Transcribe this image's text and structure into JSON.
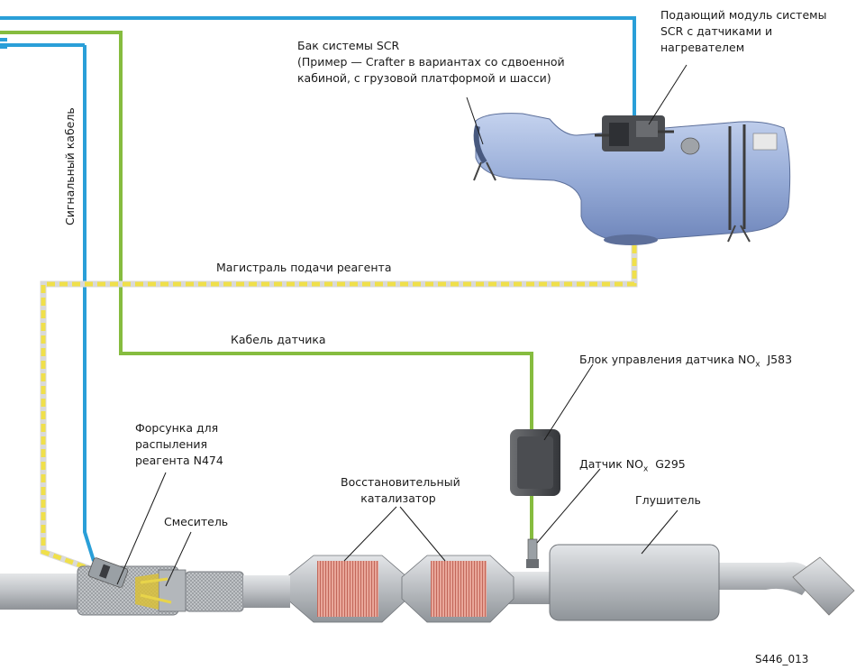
{
  "labels": {
    "feed_module": [
      "Подающий модуль системы",
      "SCR с датчиками и",
      "нагревателем"
    ],
    "scr_tank": [
      "Бак системы SCR",
      "(Пример — Crafter в вариантах со сдвоенной",
      "кабиной, с грузовой платформой и шасси)"
    ],
    "signal_cable": "Сигнальный кабель",
    "reagent_line": "Магистраль подачи реагента",
    "sensor_cable": "Кабель датчика",
    "nox_control_unit": {
      "prefix": "Блок управления датчика NO",
      "sub": "x",
      "suffix": "  J583"
    },
    "nox_sensor": {
      "prefix": "Датчик NO",
      "sub": "x",
      "suffix": "  G295"
    },
    "injector": [
      "Форсунка для",
      "распыления",
      "реагента N474"
    ],
    "mixer": "Смеситель",
    "catalyst": [
      "Восстановительный",
      "катализатор"
    ],
    "muffler": "Глушитель",
    "figure_code": "S446_013"
  },
  "colors": {
    "signal_cable": "#2a9fd8",
    "sensor_cable": "#86bc3f",
    "reagent_dash": "#f0e04a",
    "reagent_base": "#d9d9d9",
    "tank": "#9bb0d8",
    "pipe": "#b9bcc0",
    "catalyst_core": "#e08c7c"
  }
}
